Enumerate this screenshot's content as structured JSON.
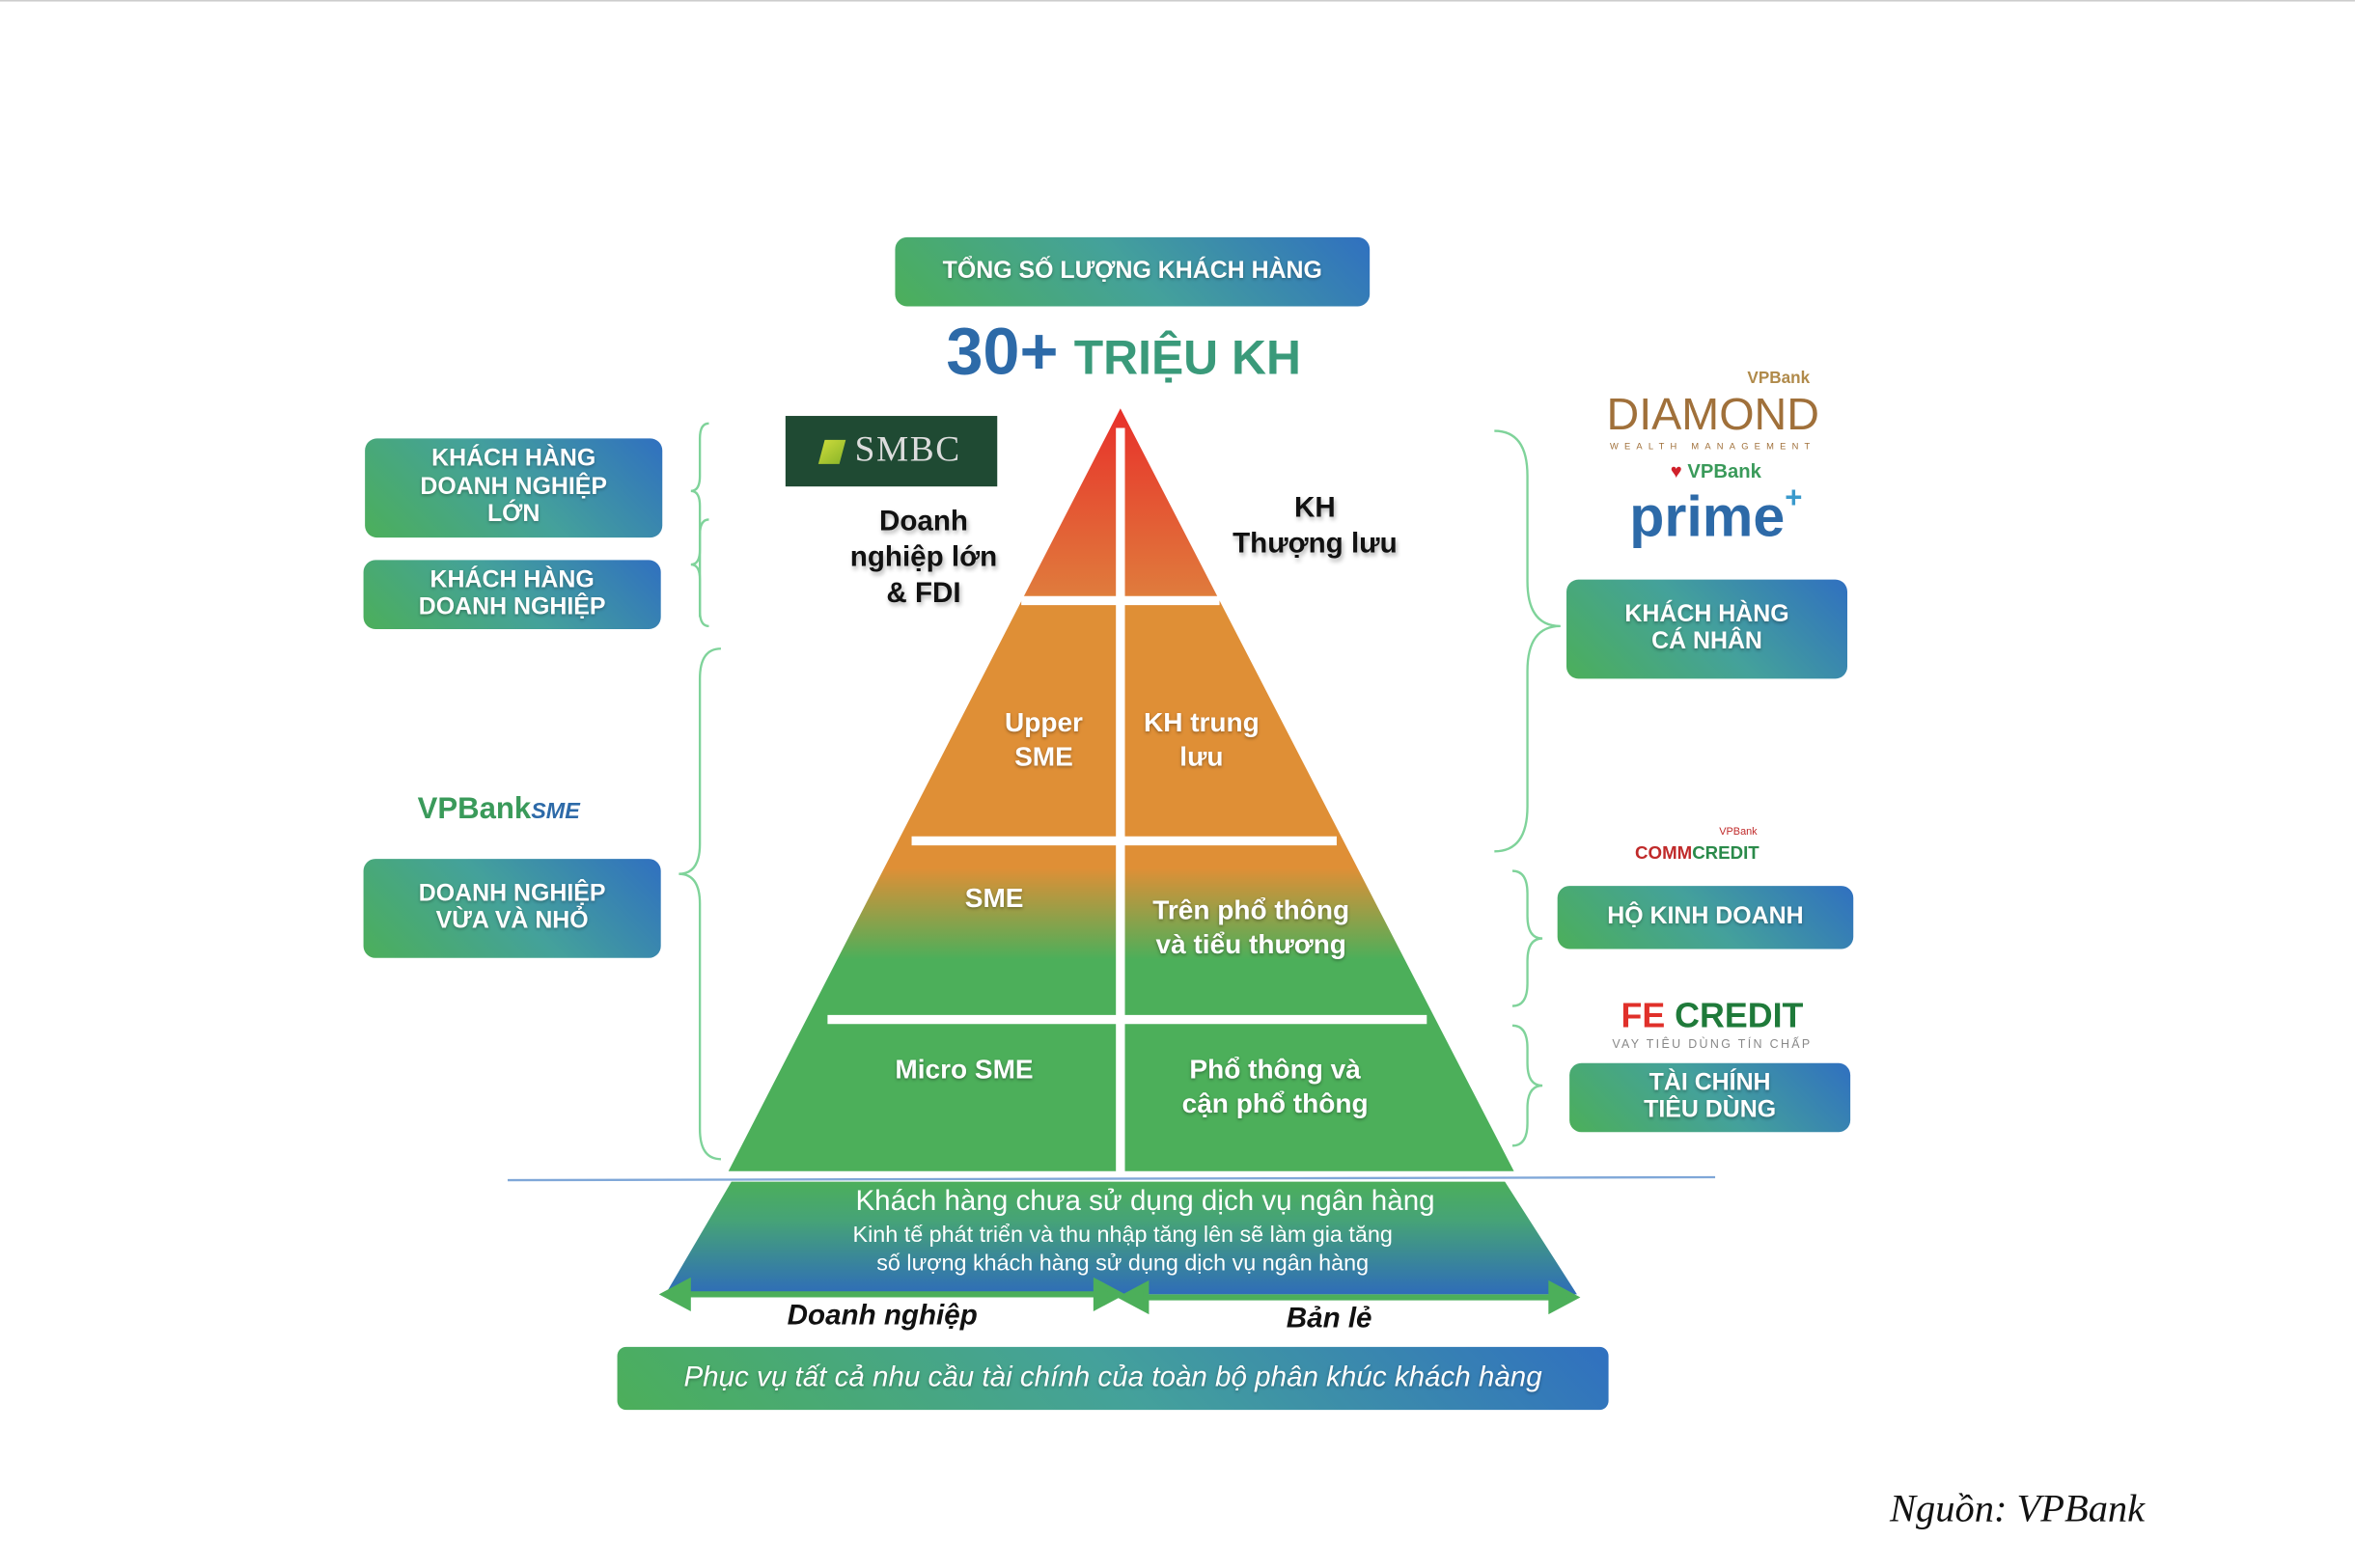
{
  "header": {
    "total_label": "TỔNG SỐ LƯỢNG KHÁCH HÀNG",
    "count": "30+",
    "count_unit": "TRIỆU KH"
  },
  "left": {
    "large_corp": [
      "KHÁCH HÀNG",
      "DOANH NGHIỆP",
      "LỚN"
    ],
    "corp": [
      "KHÁCH HÀNG",
      "DOANH NGHIỆP"
    ],
    "sme_logo": "VPBank",
    "sme_logo_suffix": "SME",
    "sme": [
      "DOANH NGHIỆP",
      "VỪA VÀ NHỎ"
    ]
  },
  "logos": {
    "smbc": "SMBC",
    "diamond_top": "VPBank",
    "diamond": "DIAMOND",
    "diamond_sub": "WEALTH MANAGEMENT",
    "prime_top": "VPBank",
    "prime": "prime",
    "prime_plus": "+",
    "comm_top": "VPBank",
    "comm_a": "COMM",
    "comm_b": "CREDIT",
    "fe_a": "FE",
    "fe_b": "CREDIT",
    "fe_sub": "VAY TIÊU DÙNG TÍN CHẤP"
  },
  "pyramid": {
    "top_left": [
      "Doanh",
      "nghiệp lớn",
      "& FDI"
    ],
    "top_right": [
      "KH",
      "Thượng lưu"
    ],
    "upper_sme": [
      "Upper",
      "SME"
    ],
    "mid_affluent": [
      "KH trung",
      "lưu"
    ],
    "sme": "SME",
    "mass_plus": [
      "Trên phổ thông",
      "và tiểu thương"
    ],
    "micro_sme": "Micro SME",
    "mass": [
      "Phổ thông và",
      "cận phổ thông"
    ],
    "unbanked_title": "Khách hàng chưa sử dụng dịch vụ ngân hàng",
    "unbanked_desc": [
      "Kinh tế phát triển và thu nhập tăng lên sẽ làm gia tăng",
      "số lượng khách hàng sử dụng dịch vụ ngân hàng"
    ]
  },
  "right": {
    "individual": [
      "KHÁCH HÀNG",
      "CÁ NHÂN"
    ],
    "household": "HỘ KINH DOANH",
    "consumer": [
      "TÀI CHÍNH",
      "TIÊU DÙNG"
    ]
  },
  "bottom": {
    "corporate": "Doanh nghiệp",
    "retail": "Bản lẻ",
    "tagline": "Phục vụ tất cả nhu cầu tài chính của toàn bộ phân khúc khách hàng"
  },
  "source": "Nguồn: VPBank",
  "colors": {
    "green": "#4caf5a",
    "blue": "#3070c0",
    "red": "#e8402a",
    "orange": "#df8f36"
  }
}
